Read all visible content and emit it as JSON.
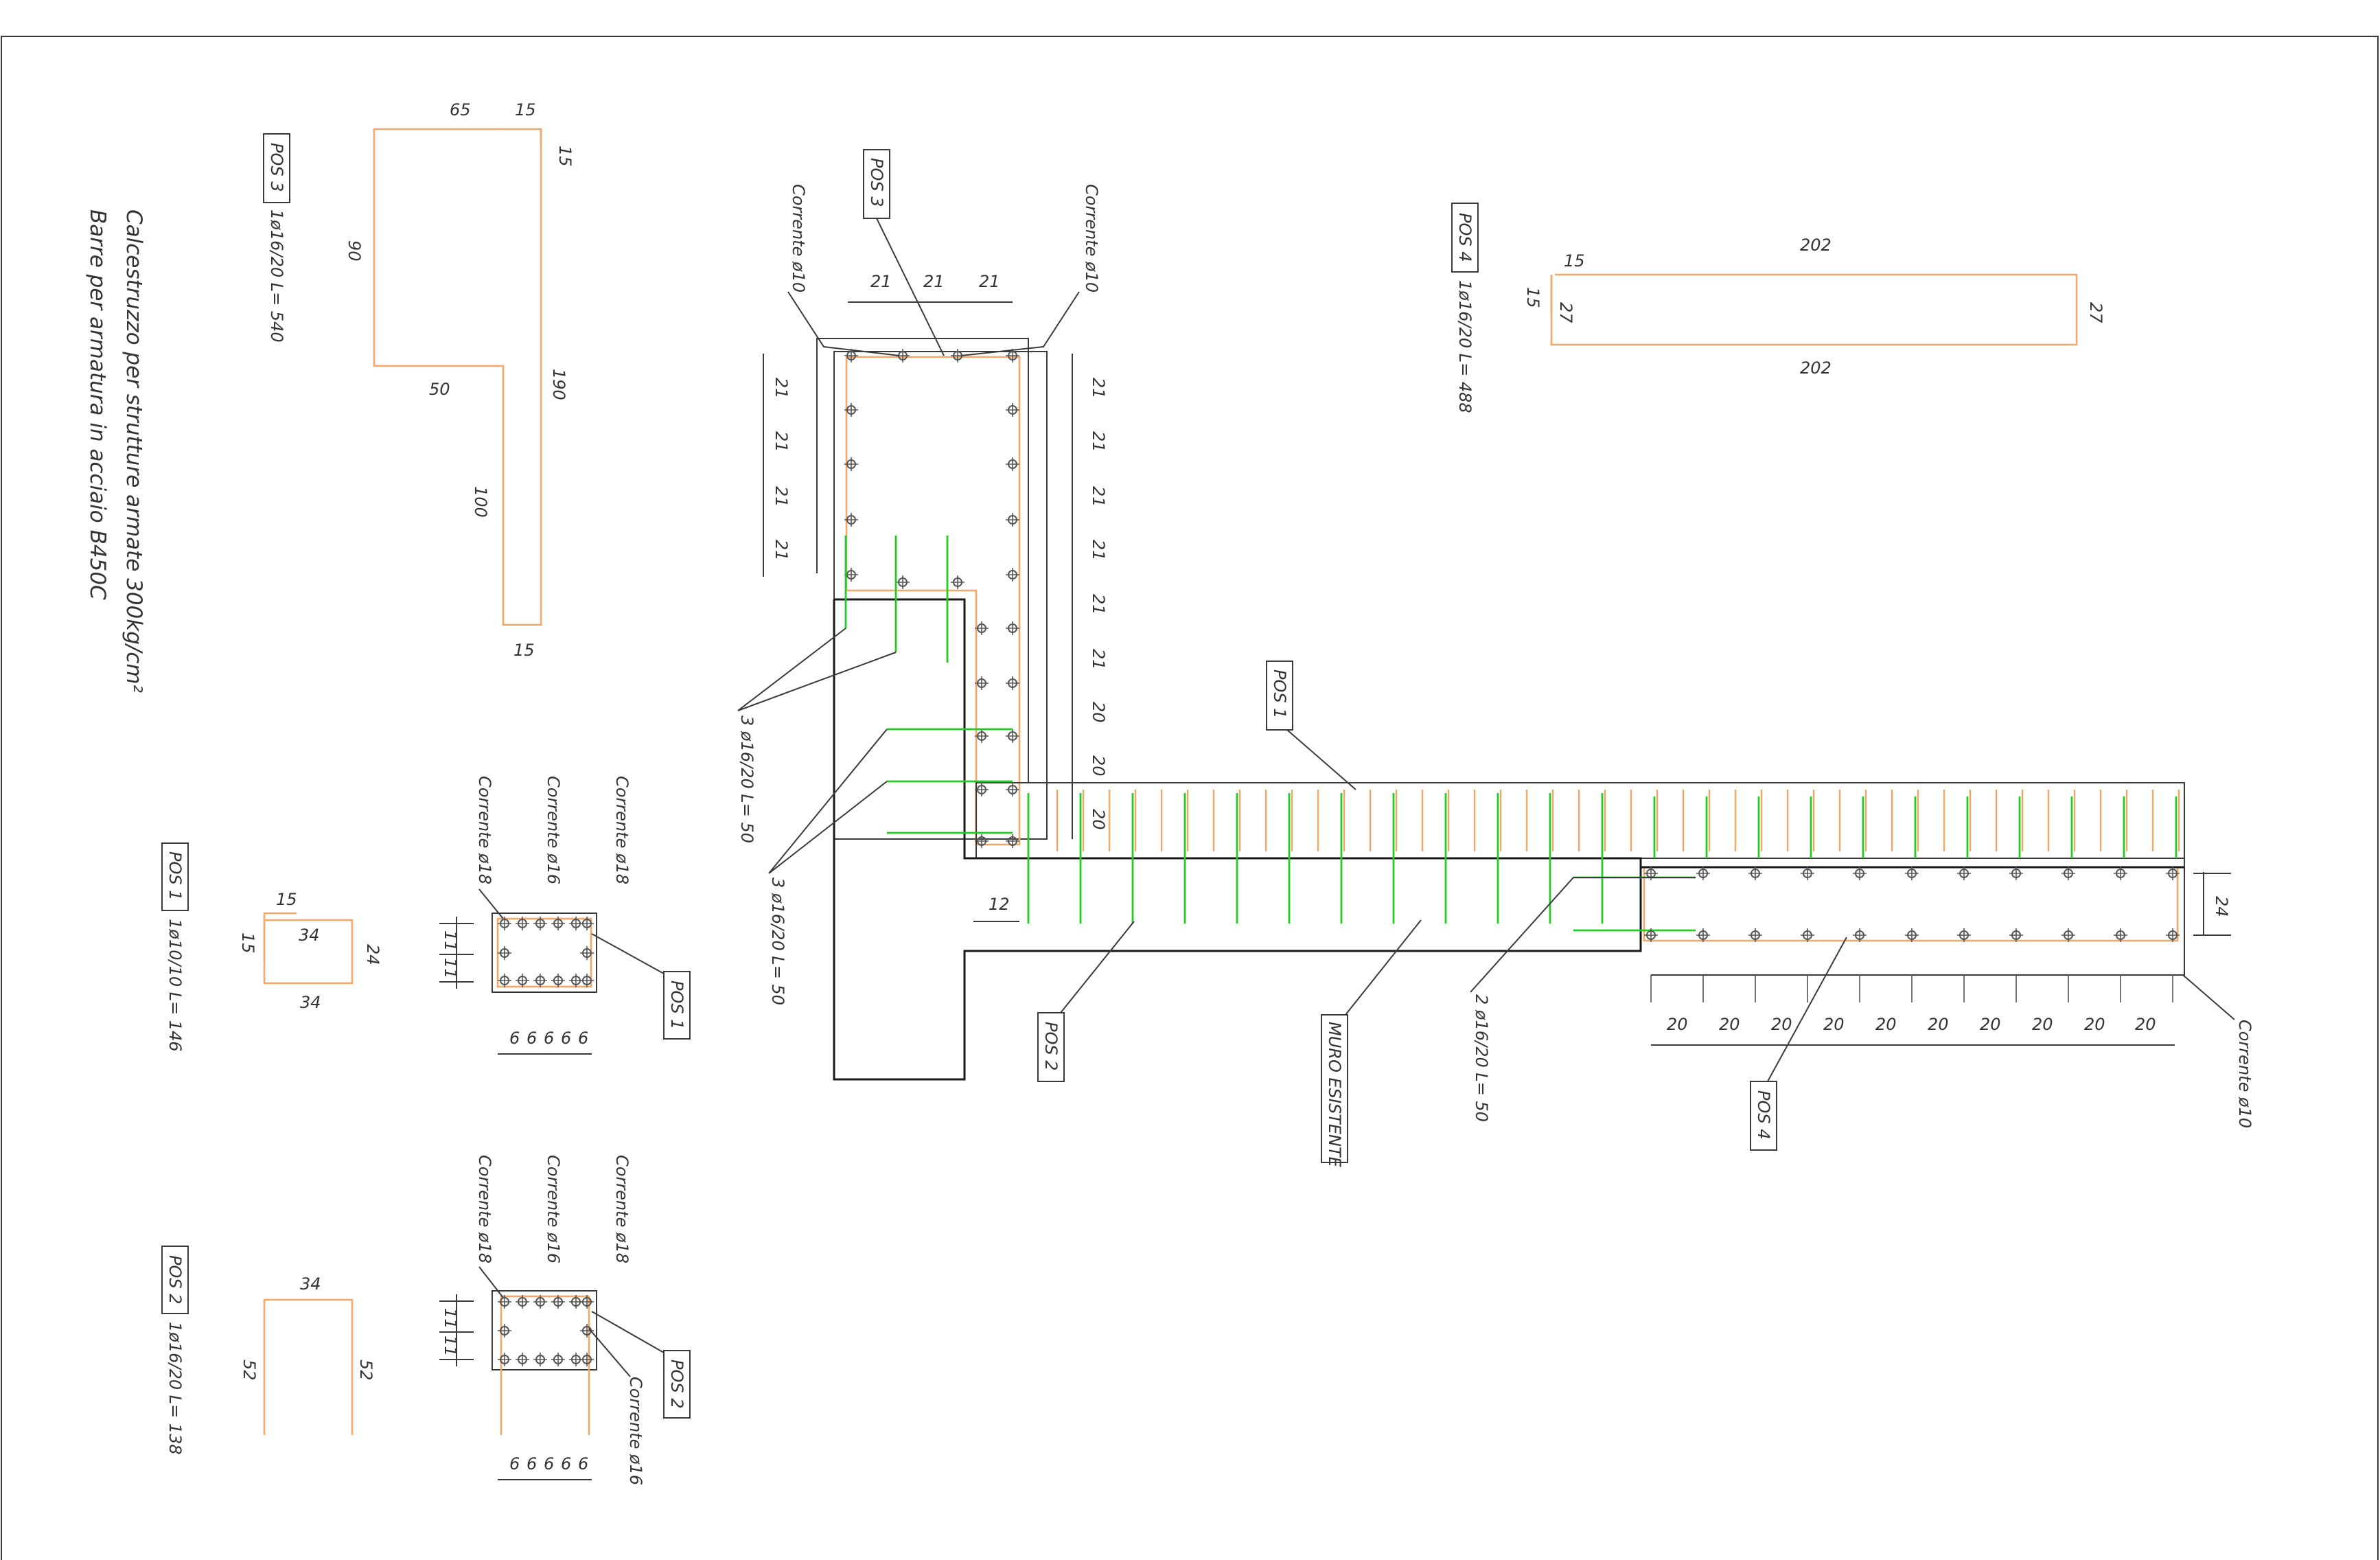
{
  "notes": {
    "line1": "Calcestruzzo  per  strutture  armate  300kg/cm²",
    "line2": "Barre  per  armatura  in  acciaio  B450C"
  },
  "pos3_detail": {
    "tag": "POS 3",
    "spec": "1ø16/20  L= 540",
    "dims": {
      "top": "65",
      "hook_top": "15",
      "hook_right": "15",
      "left": "90",
      "mid": "50",
      "right": "190",
      "stem": "100",
      "bottom": "15"
    }
  },
  "pos4_detail": {
    "tag": "POS 4",
    "spec": "1ø16/20  L= 488",
    "dims": {
      "hook_top": "15",
      "hook_left": "15",
      "left_inner": "27",
      "top": "202",
      "bottom": "202",
      "right": "27"
    }
  },
  "pos1_detail": {
    "tag": "POS 1",
    "spec": "1ø10/10  L= 146",
    "dims": {
      "hook_top": "15",
      "hook_left": "15",
      "inner": "34",
      "right": "24",
      "bottom": "34"
    }
  },
  "pos2_detail": {
    "tag": "POS 2",
    "spec": "1ø16/20  L= 138",
    "dims": {
      "top": "34",
      "left": "52",
      "right": "52"
    }
  },
  "section1": {
    "labels": [
      "Corrente ø18",
      "Corrente ø16",
      "Corrente ø18"
    ],
    "spacings_v": [
      "11",
      "11"
    ],
    "spacings_h": [
      "6",
      "6",
      "6",
      "6",
      "6"
    ],
    "tag": "POS 1"
  },
  "section2": {
    "labels": [
      "Corrente ø18",
      "Corrente ø16",
      "Corrente ø18"
    ],
    "bottom_label": "Corrente ø16",
    "spacings_v": [
      "11",
      "11"
    ],
    "spacings_h": [
      "6",
      "6",
      "6",
      "6",
      "6"
    ],
    "tag": "POS 2"
  },
  "plan": {
    "pos3_tag": "POS 3",
    "left_corrente": "Corrente ø10",
    "right_corrente": "Corrente ø10",
    "top_dims": [
      "21",
      "21",
      "21"
    ],
    "left_dims": [
      "21",
      "21",
      "21",
      "21"
    ],
    "right_dims": [
      "21",
      "21",
      "21",
      "21",
      "21",
      "21",
      "20",
      "20",
      "20"
    ],
    "bar_label_a": "3 ø16/20  L= 50",
    "bar_label_b": "3 ø16/20  L= 50",
    "dim_12": "12",
    "pos2_tag": "POS 2",
    "muro": "MURO  ESISTENTE",
    "bar_label_c": "2 ø16/20  L= 50",
    "pos1_tag": "POS 1",
    "beam_depth": "24",
    "bottom_dims": [
      "20",
      "20",
      "20",
      "20",
      "20",
      "20",
      "20",
      "20",
      "20",
      "20"
    ],
    "pos4_tag": "POS 4",
    "corrente_right": "Corrente ø10"
  }
}
